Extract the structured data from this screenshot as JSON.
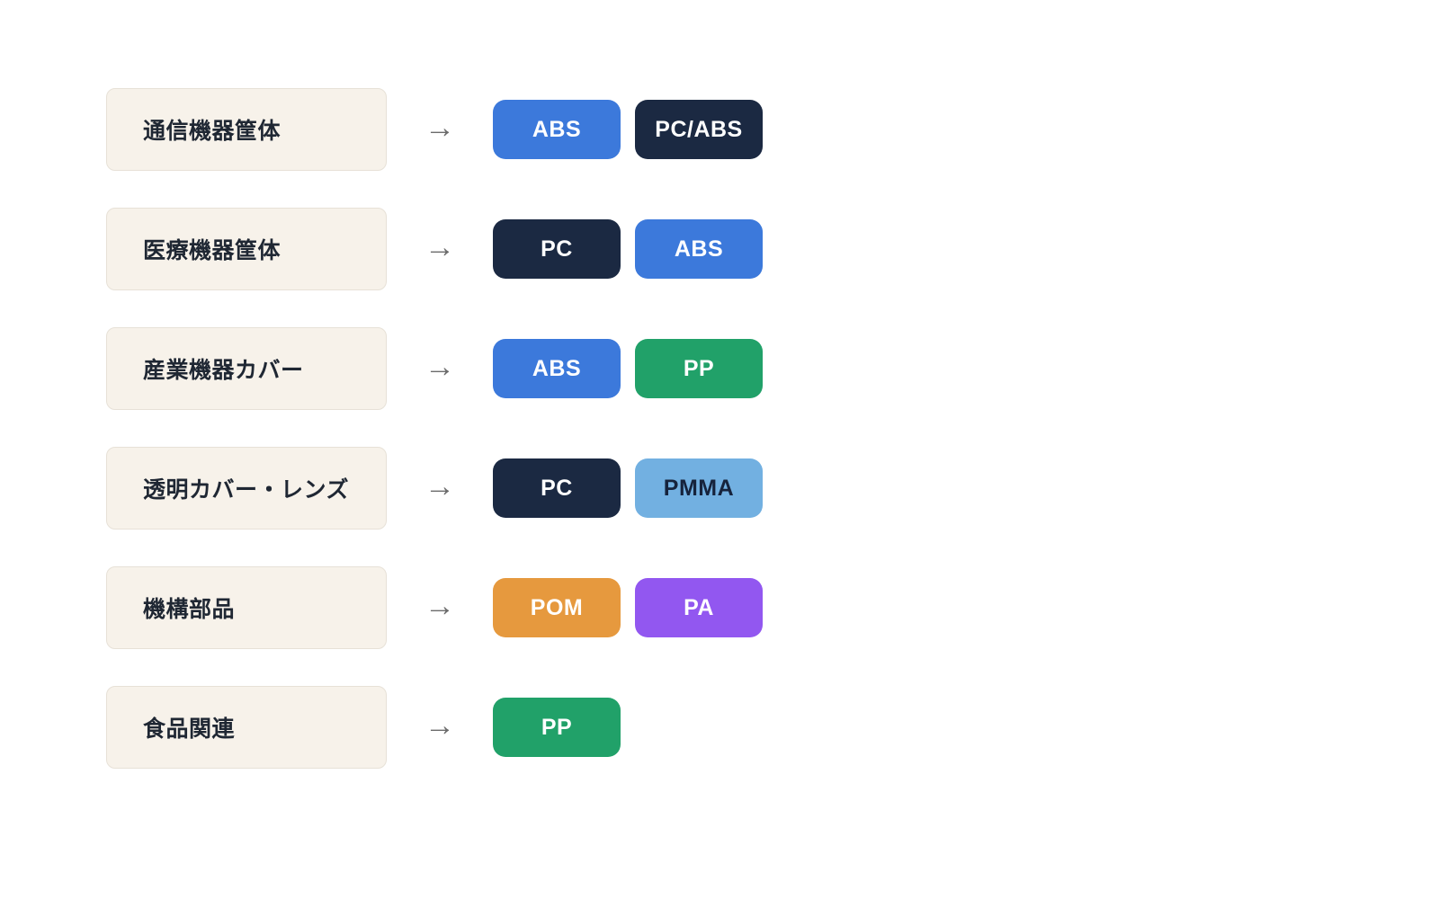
{
  "arrow": {
    "glyph": "→"
  },
  "colors": {
    "blue": "#3C79DB",
    "navy": "#1B2942",
    "green": "#21A169",
    "lightblue": "#72B0E1",
    "orange": "#E6993E",
    "purple": "#9257F0",
    "category_bg": "#F7F2EA",
    "category_border": "#E7E1D7",
    "arrow_gray": "#6B6B6B",
    "tag_text_light": "#FFFFFF",
    "tag_text_dark": "#16233C"
  },
  "rows": [
    {
      "category": "通信機器筐体",
      "tags": [
        {
          "label": "ABS",
          "color": "blue",
          "text": "light"
        },
        {
          "label": "PC/ABS",
          "color": "navy",
          "text": "light"
        }
      ]
    },
    {
      "category": "医療機器筐体",
      "tags": [
        {
          "label": "PC",
          "color": "navy",
          "text": "light"
        },
        {
          "label": "ABS",
          "color": "blue",
          "text": "light"
        }
      ]
    },
    {
      "category": "産業機器カバー",
      "tags": [
        {
          "label": "ABS",
          "color": "blue",
          "text": "light"
        },
        {
          "label": "PP",
          "color": "green",
          "text": "light"
        }
      ]
    },
    {
      "category": "透明カバー・レンズ",
      "tags": [
        {
          "label": "PC",
          "color": "navy",
          "text": "light"
        },
        {
          "label": "PMMA",
          "color": "lightblue",
          "text": "dark"
        }
      ]
    },
    {
      "category": "機構部品",
      "tags": [
        {
          "label": "POM",
          "color": "orange",
          "text": "light"
        },
        {
          "label": "PA",
          "color": "purple",
          "text": "light"
        }
      ]
    },
    {
      "category": "食品関連",
      "tags": [
        {
          "label": "PP",
          "color": "green",
          "text": "light"
        }
      ]
    }
  ]
}
